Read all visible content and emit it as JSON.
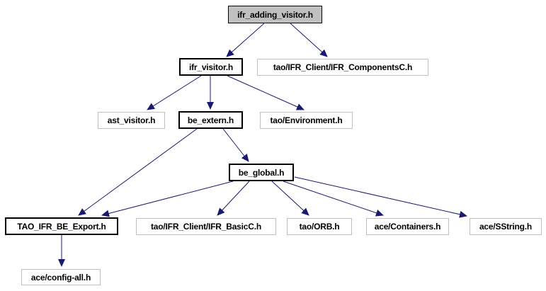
{
  "diagram": {
    "type": "include-dependency-graph",
    "root": "ifr_adding_visitor.h",
    "colors": {
      "edge": "#191970",
      "root_fill": "#c0c0c0",
      "node_fill": "#ffffff",
      "linked_node_border": "#000000",
      "plain_node_border": "#c0c0c0",
      "text": "#000000",
      "background": "#ffffff"
    },
    "nodes": [
      {
        "id": "ifr_adding_visitor",
        "label": "ifr_adding_visitor.h",
        "style": "root"
      },
      {
        "id": "ifr_visitor",
        "label": "ifr_visitor.h",
        "style": "linked"
      },
      {
        "id": "ifr_componentsc",
        "label": "tao/IFR_Client/IFR_ComponentsC.h",
        "style": "plain"
      },
      {
        "id": "ast_visitor",
        "label": "ast_visitor.h",
        "style": "plain"
      },
      {
        "id": "be_extern",
        "label": "be_extern.h",
        "style": "linked"
      },
      {
        "id": "environment",
        "label": "tao/Environment.h",
        "style": "plain"
      },
      {
        "id": "be_global",
        "label": "be_global.h",
        "style": "linked"
      },
      {
        "id": "tao_ifr_be_export",
        "label": "TAO_IFR_BE_Export.h",
        "style": "linked"
      },
      {
        "id": "ifr_basicc",
        "label": "tao/IFR_Client/IFR_BasicC.h",
        "style": "plain"
      },
      {
        "id": "orb",
        "label": "tao/ORB.h",
        "style": "plain"
      },
      {
        "id": "containers",
        "label": "ace/Containers.h",
        "style": "plain"
      },
      {
        "id": "sstring",
        "label": "ace/SString.h",
        "style": "plain"
      },
      {
        "id": "config_all",
        "label": "ace/config-all.h",
        "style": "plain"
      }
    ],
    "edges": [
      {
        "from": "ifr_adding_visitor.h",
        "to": "ifr_visitor.h"
      },
      {
        "from": "ifr_adding_visitor.h",
        "to": "tao/IFR_Client/IFR_ComponentsC.h"
      },
      {
        "from": "ifr_visitor.h",
        "to": "ast_visitor.h"
      },
      {
        "from": "ifr_visitor.h",
        "to": "be_extern.h"
      },
      {
        "from": "ifr_visitor.h",
        "to": "tao/Environment.h"
      },
      {
        "from": "be_extern.h",
        "to": "TAO_IFR_BE_Export.h"
      },
      {
        "from": "be_extern.h",
        "to": "be_global.h"
      },
      {
        "from": "be_global.h",
        "to": "TAO_IFR_BE_Export.h"
      },
      {
        "from": "be_global.h",
        "to": "tao/IFR_Client/IFR_BasicC.h"
      },
      {
        "from": "be_global.h",
        "to": "tao/ORB.h"
      },
      {
        "from": "be_global.h",
        "to": "ace/Containers.h"
      },
      {
        "from": "be_global.h",
        "to": "ace/SString.h"
      },
      {
        "from": "TAO_IFR_BE_Export.h",
        "to": "ace/config-all.h"
      }
    ]
  }
}
